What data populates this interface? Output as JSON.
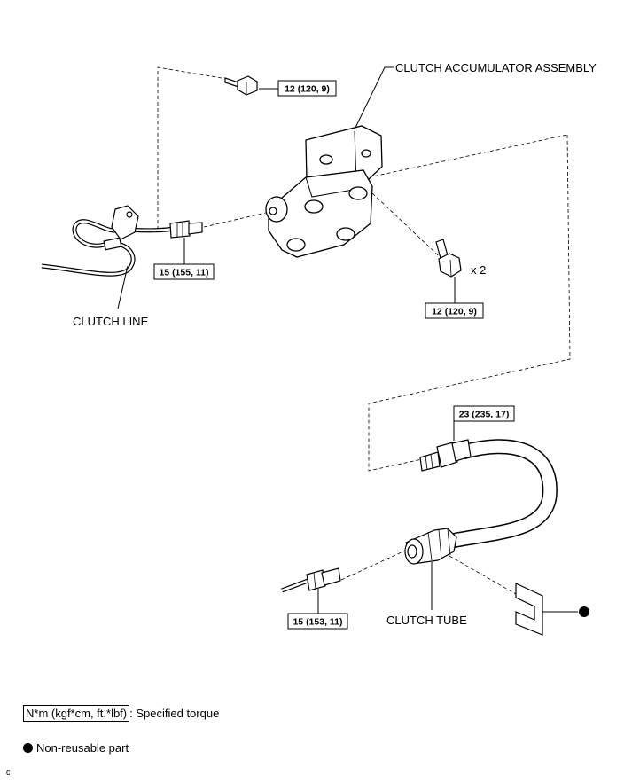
{
  "labels": {
    "accumulator": "CLUTCH ACCUMULATOR ASSEMBLY",
    "clutch_line": "CLUTCH LINE",
    "clutch_tube": "CLUTCH TUBE",
    "qty": "x 2"
  },
  "torques": {
    "bolt_top": "12 (120, 9)",
    "clutch_line_nut": "15 (155, 11)",
    "bolt_side": "12 (120, 9)",
    "tube_upper": "23 (235, 17)",
    "tube_lower": "15 (153, 11)"
  },
  "legend": {
    "torque_unit": "N*m (kgf*cm, ft.*lbf)",
    "torque_desc": ": Specified torque",
    "nonreusable": "Non-reusable part"
  },
  "corner_mark": "c"
}
